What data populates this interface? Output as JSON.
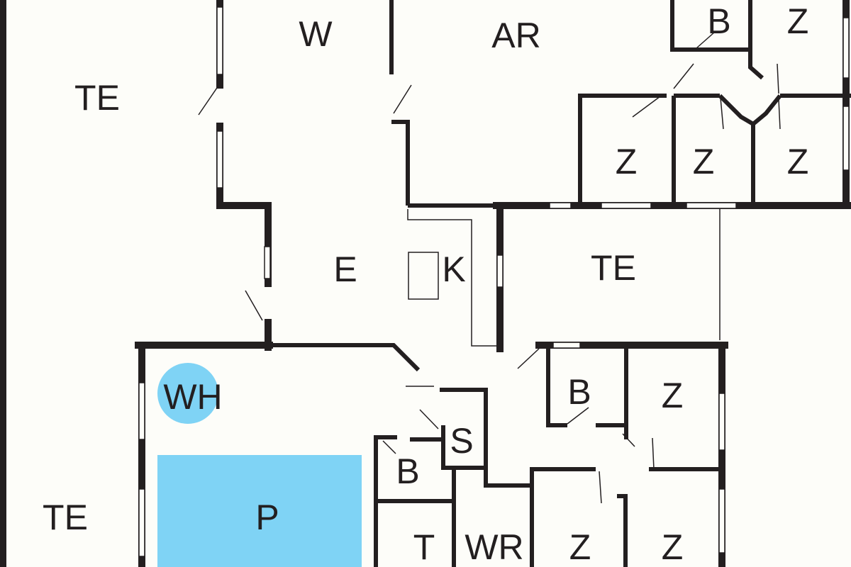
{
  "plan": {
    "colors": {
      "wall": "#231f20",
      "background": "#fdfdf9",
      "water": "#7fd3f5"
    },
    "rooms": {
      "te_left": "TE",
      "w": "W",
      "ar": "AR",
      "b_top": "B",
      "z_top_right": "Z",
      "z1": "Z",
      "z2": "Z",
      "z3": "Z",
      "e": "E",
      "k": "K",
      "te_mid": "TE",
      "wh": "WH",
      "b_mid": "B",
      "z_mid": "Z",
      "s": "S",
      "b_low": "B",
      "te_bottom_left": "TE",
      "p": "P",
      "t": "T",
      "wr": "WR",
      "z_low1": "Z",
      "z_low2": "Z"
    }
  }
}
